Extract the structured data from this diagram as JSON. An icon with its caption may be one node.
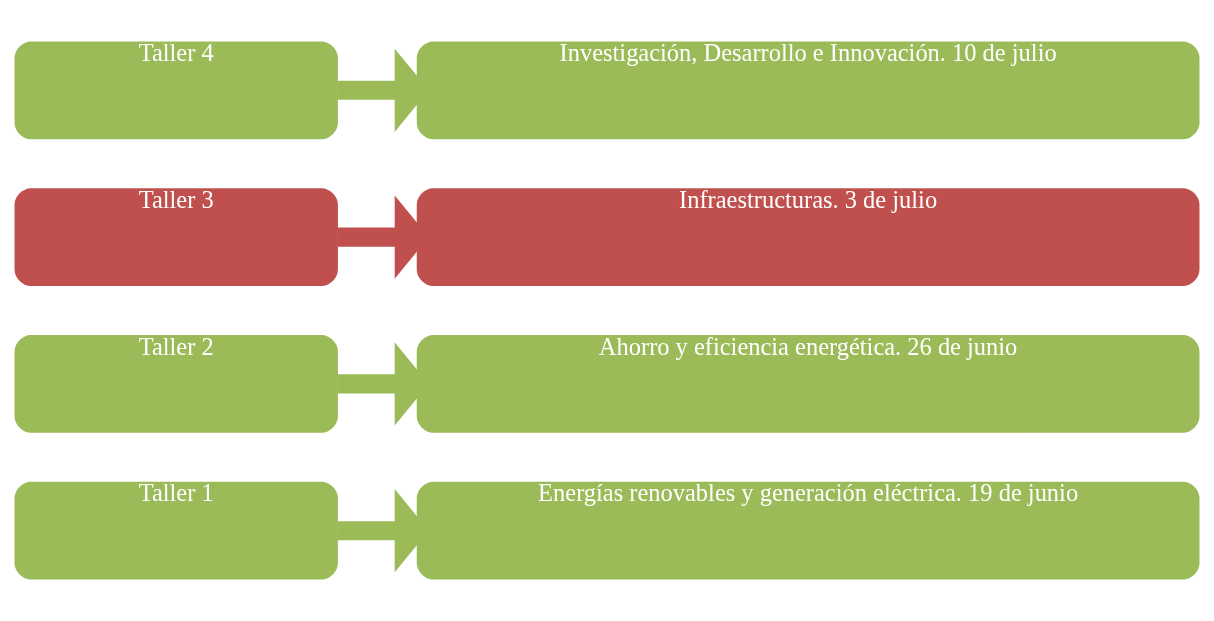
{
  "diagram": {
    "nodes": [
      {
        "text": [
          "Taller 1"
        ]
      },
      {
        "text": [
          "Energías renovables y generación eléctrica. 19 de junio"
        ]
      },
      {
        "text": [
          "Taller 2"
        ]
      },
      {
        "text": [
          "Ahorro y eficiencia energética. 26 de junio"
        ]
      },
      {
        "text": [
          "Taller 3"
        ]
      },
      {
        "text": [
          "Infraestructuras. 3 de julio"
        ]
      },
      {
        "text": [
          "Taller 4"
        ]
      },
      {
        "text": [
          "Investigación, Desarrollo e Innovación. 10 de julio"
        ]
      }
    ],
    "edges": [
      {
        "from": 0,
        "to": 1,
        "arrow": "to"
      },
      {
        "from": 2,
        "to": 3,
        "arrow": "to"
      },
      {
        "from": 4,
        "to": 5,
        "arrow": "to",
        "color": "#c0504d"
      },
      {
        "from": 6,
        "to": 7,
        "arrow": "to"
      }
    ]
  }
}
